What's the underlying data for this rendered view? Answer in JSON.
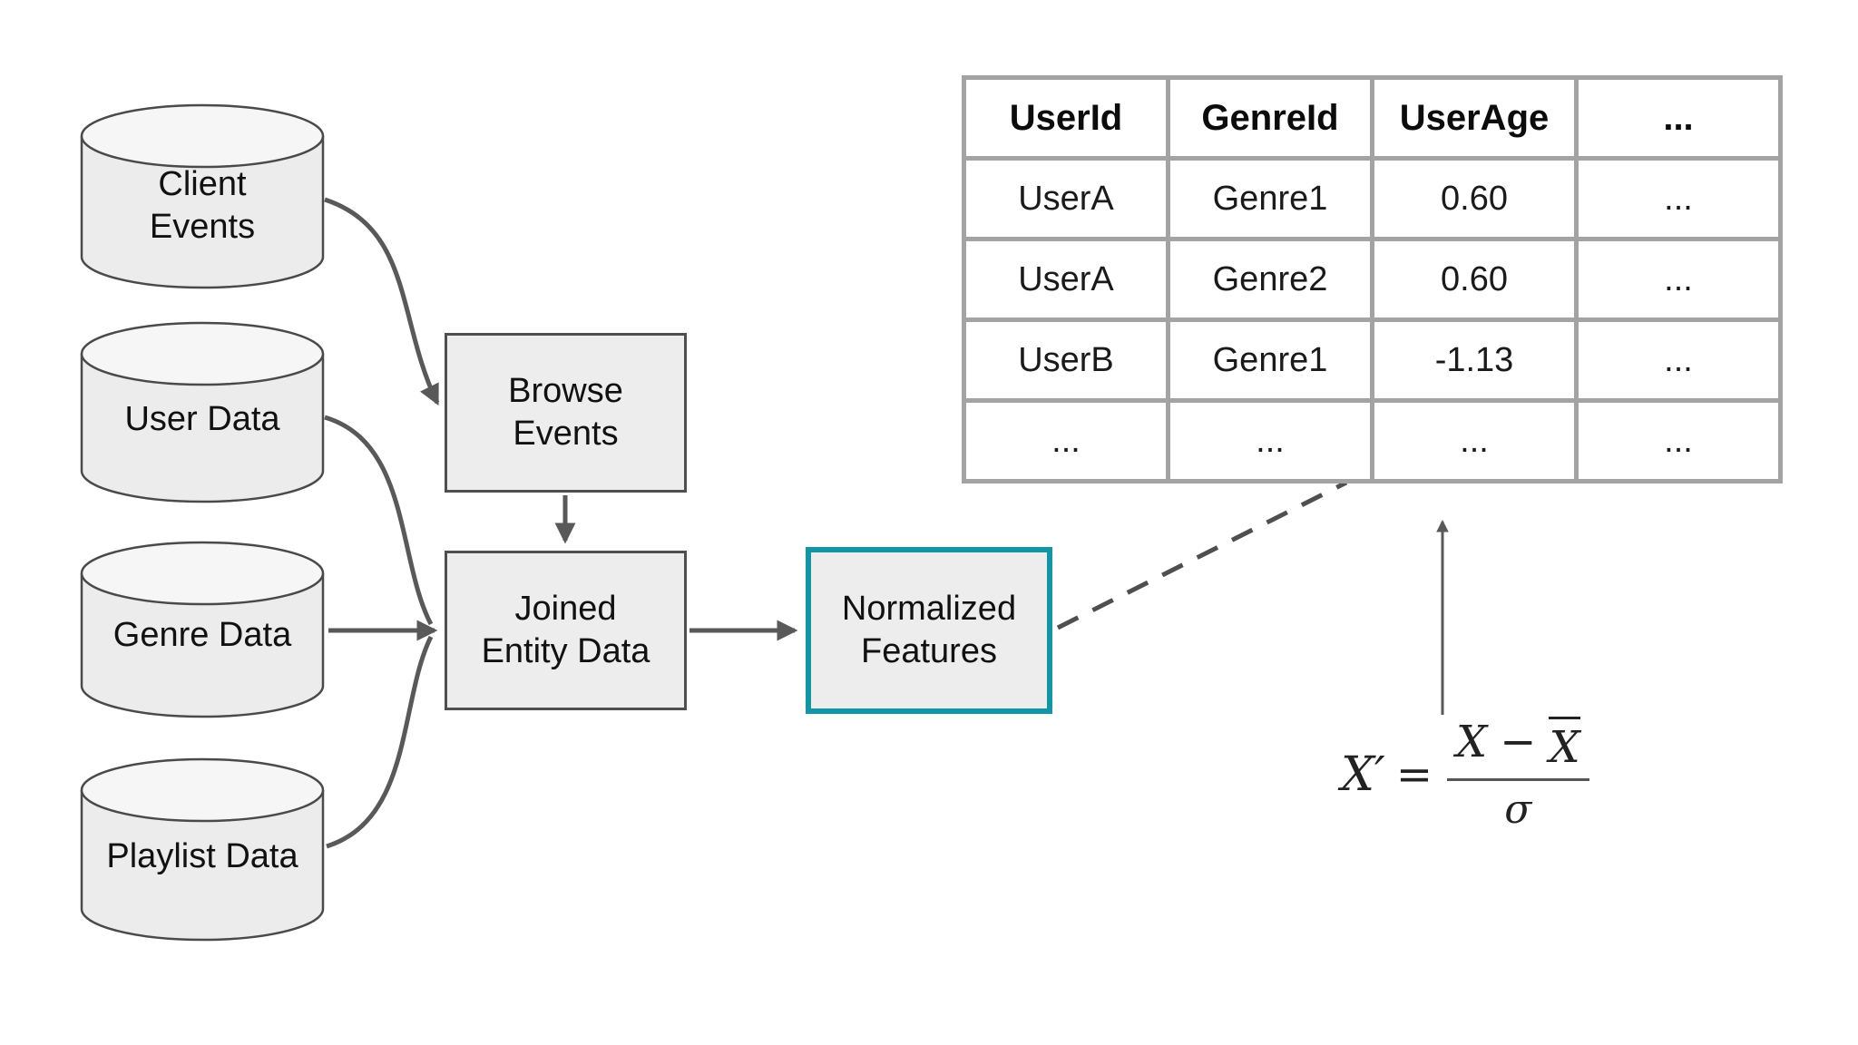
{
  "colors": {
    "accent_teal": "#1295a4",
    "arrow_gray": "#595959",
    "shape_border_gray": "#4a4a4a",
    "table_border_gray": "#a3a3a3",
    "shape_fill_gray": "#ededed"
  },
  "datastores": [
    {
      "label": "Client\nEvents"
    },
    {
      "label": "User Data"
    },
    {
      "label": "Genre Data"
    },
    {
      "label": "Playlist Data"
    }
  ],
  "process_boxes": {
    "browse": "Browse\nEvents",
    "joined": "Joined\nEntity Data",
    "normalized": "Normalized\nFeatures"
  },
  "table": {
    "headers": [
      "UserId",
      "GenreId",
      "UserAge",
      "..."
    ],
    "rows": [
      [
        "UserA",
        "Genre1",
        "0.60",
        "..."
      ],
      [
        "UserA",
        "Genre2",
        "0.60",
        "..."
      ],
      [
        "UserB",
        "Genre1",
        "-1.13",
        "..."
      ],
      [
        "...",
        "...",
        "...",
        "..."
      ]
    ]
  },
  "formula": {
    "lhs": "X′",
    "equals": "=",
    "numerator_x": "X",
    "minus": "−",
    "numerator_xbar": "X",
    "denominator": "σ"
  }
}
